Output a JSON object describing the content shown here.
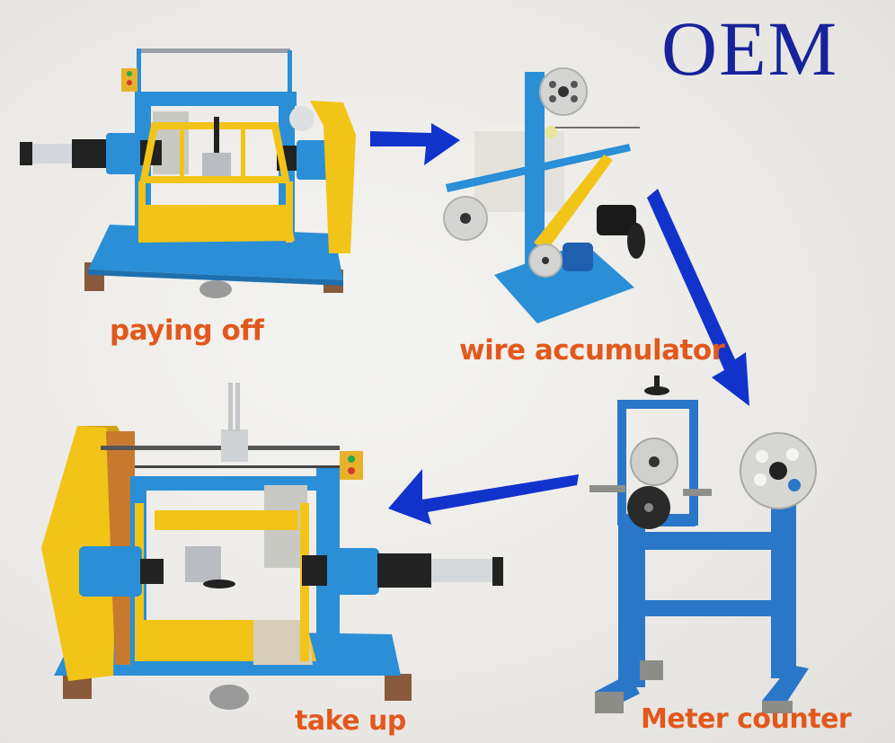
{
  "brand": {
    "label": "OEM",
    "color": "#17239a"
  },
  "captions": {
    "paying_off": "paying off",
    "wire_accumulator": "wire accumulator",
    "meter_counter": "Meter counter",
    "take_up": "take up",
    "color": "#e2581c"
  },
  "machines": [
    {
      "id": "paying-off-machine",
      "caption_key": "paying_off"
    },
    {
      "id": "wire-accumulator-machine",
      "caption_key": "wire_accumulator"
    },
    {
      "id": "meter-counter-machine",
      "caption_key": "meter_counter"
    },
    {
      "id": "take-up-machine",
      "caption_key": "take_up"
    }
  ],
  "flow_arrows": [
    {
      "from": "paying off",
      "to": "wire accumulator",
      "direction": "right"
    },
    {
      "from": "wire accumulator",
      "to": "Meter counter",
      "direction": "down-right"
    },
    {
      "from": "Meter counter",
      "to": "take up",
      "direction": "left"
    }
  ],
  "colors": {
    "machine_blue": "#2a8fd6",
    "guard_yellow": "#f2c418",
    "arrow_blue": "#1133cc",
    "pulley_silver": "#cfcfcf"
  }
}
